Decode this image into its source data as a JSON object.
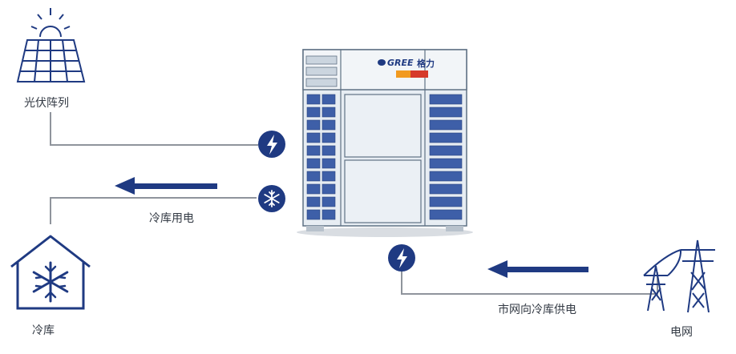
{
  "nodes": {
    "pv_array": {
      "label": "光伏阵列",
      "icon": "solar-panel-icon"
    },
    "cold_storage": {
      "label": "冷库",
      "icon": "snowflake-house-icon"
    },
    "power_grid": {
      "label": "电网",
      "icon": "transmission-tower-icon"
    },
    "unit": {
      "brand": "GREE",
      "brand_script": "格力",
      "icon": "hvac-outdoor-unit-icon"
    }
  },
  "flows": {
    "cold_storage_power": {
      "label": "冷库用电",
      "icon": "snowflake-icon"
    },
    "grid_supply": {
      "label": "市网向冷库供电",
      "icon": "lightning-icon"
    },
    "pv_input": {
      "icon": "lightning-icon"
    }
  },
  "colors": {
    "accent": "#1f3a82",
    "line": "#8f949c",
    "unit_body": "#e7edf3",
    "unit_edge": "#5f7184",
    "brand_red": "#d63a2a",
    "brand_orange": "#f29a1f"
  }
}
